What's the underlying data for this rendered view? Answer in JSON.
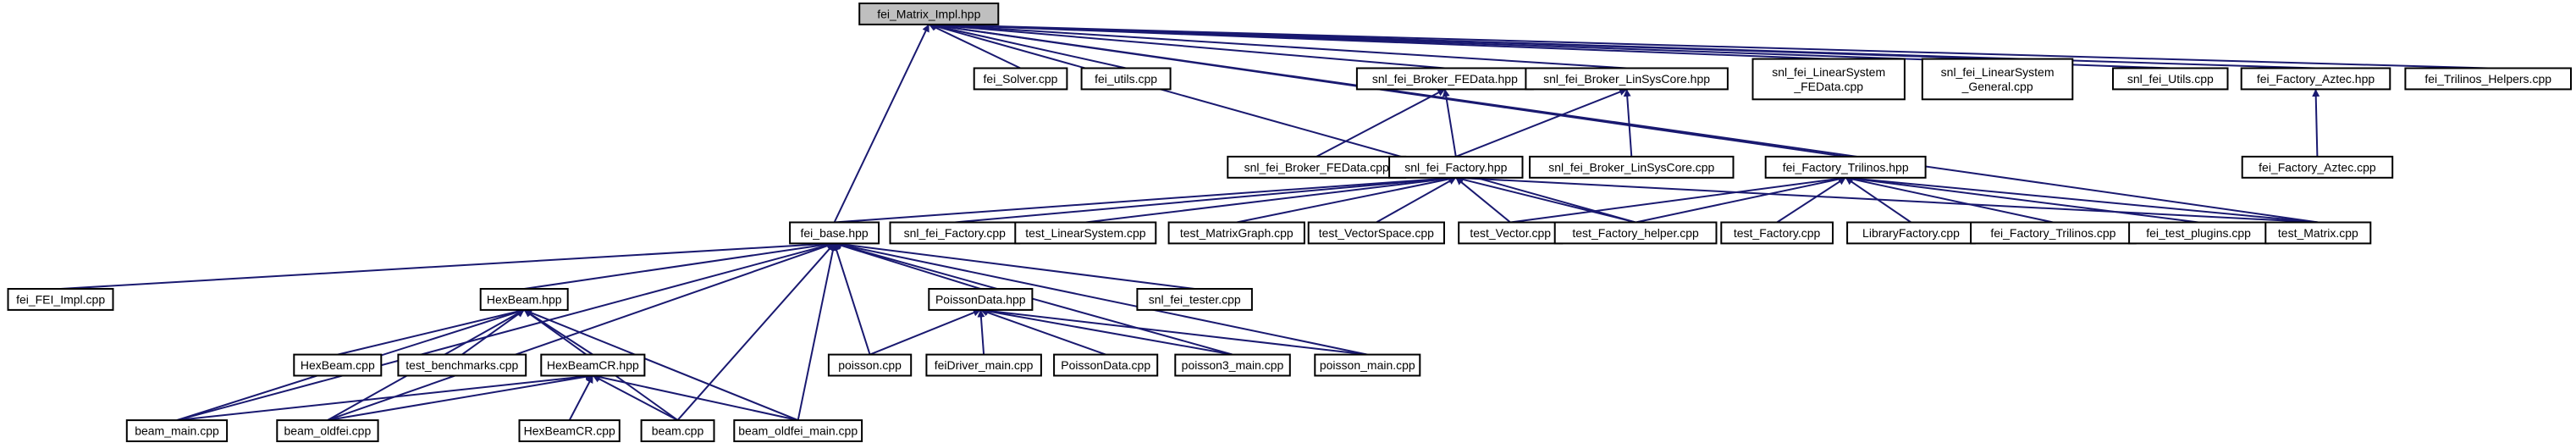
{
  "graph": {
    "root": "fei_Matrix_Impl.hpp",
    "colors": {
      "edge": "#191970",
      "node_border": "#000000",
      "root_fill": "#bfbfbf",
      "node_fill": "#ffffff"
    },
    "nodes": [
      {
        "id": "fei_Matrix_Impl.hpp",
        "label": "fei_Matrix_Impl.hpp"
      },
      {
        "id": "fei_Solver.cpp",
        "label": "fei_Solver.cpp"
      },
      {
        "id": "fei_utils.cpp",
        "label": "fei_utils.cpp"
      },
      {
        "id": "snl_fei_Broker_FEData.hpp",
        "label": "snl_fei_Broker_FEData.hpp"
      },
      {
        "id": "snl_fei_Broker_LinSysCore.hpp",
        "label": "snl_fei_Broker_LinSysCore.hpp"
      },
      {
        "id": "snl_fei_LinearSystem_FEData.cpp",
        "label": [
          "snl_fei_LinearSystem",
          "_FEData.cpp"
        ]
      },
      {
        "id": "snl_fei_LinearSystem_General.cpp",
        "label": [
          "snl_fei_LinearSystem",
          "_General.cpp"
        ]
      },
      {
        "id": "snl_fei_Utils.cpp",
        "label": "snl_fei_Utils.cpp"
      },
      {
        "id": "fei_Factory_Aztec.hpp",
        "label": "fei_Factory_Aztec.hpp"
      },
      {
        "id": "fei_Trilinos_Helpers.cpp",
        "label": "fei_Trilinos_Helpers.cpp"
      },
      {
        "id": "snl_fei_Broker_FEData.cpp",
        "label": "snl_fei_Broker_FEData.cpp"
      },
      {
        "id": "snl_fei_Factory.hpp",
        "label": "snl_fei_Factory.hpp"
      },
      {
        "id": "snl_fei_Broker_LinSysCore.cpp",
        "label": "snl_fei_Broker_LinSysCore.cpp"
      },
      {
        "id": "fei_Factory_Trilinos.hpp",
        "label": "fei_Factory_Trilinos.hpp"
      },
      {
        "id": "fei_Factory_Aztec.cpp",
        "label": "fei_Factory_Aztec.cpp"
      },
      {
        "id": "fei_base.hpp",
        "label": "fei_base.hpp"
      },
      {
        "id": "snl_fei_Factory.cpp",
        "label": "snl_fei_Factory.cpp"
      },
      {
        "id": "test_LinearSystem.cpp",
        "label": "test_LinearSystem.cpp"
      },
      {
        "id": "test_MatrixGraph.cpp",
        "label": "test_MatrixGraph.cpp"
      },
      {
        "id": "test_VectorSpace.cpp",
        "label": "test_VectorSpace.cpp"
      },
      {
        "id": "test_Vector.cpp",
        "label": "test_Vector.cpp"
      },
      {
        "id": "test_Factory_helper.cpp",
        "label": "test_Factory_helper.cpp"
      },
      {
        "id": "test_Factory.cpp",
        "label": "test_Factory.cpp"
      },
      {
        "id": "LibraryFactory.cpp",
        "label": "LibraryFactory.cpp"
      },
      {
        "id": "fei_Factory_Trilinos.cpp",
        "label": "fei_Factory_Trilinos.cpp"
      },
      {
        "id": "fei_test_plugins.cpp",
        "label": "fei_test_plugins.cpp"
      },
      {
        "id": "test_Matrix.cpp",
        "label": "test_Matrix.cpp"
      },
      {
        "id": "fei_FEI_Impl.cpp",
        "label": "fei_FEI_Impl.cpp"
      },
      {
        "id": "snl_fei_tester.cpp",
        "label": "snl_fei_tester.cpp"
      },
      {
        "id": "HexBeam.hpp",
        "label": "HexBeam.hpp"
      },
      {
        "id": "PoissonData.hpp",
        "label": "PoissonData.hpp"
      },
      {
        "id": "HexBeam.cpp",
        "label": "HexBeam.cpp"
      },
      {
        "id": "test_benchmarks.cpp",
        "label": "test_benchmarks.cpp"
      },
      {
        "id": "HexBeamCR.hpp",
        "label": "HexBeamCR.hpp"
      },
      {
        "id": "poisson.cpp",
        "label": "poisson.cpp"
      },
      {
        "id": "feiDriver_main.cpp",
        "label": "feiDriver_main.cpp"
      },
      {
        "id": "PoissonData.cpp",
        "label": "PoissonData.cpp"
      },
      {
        "id": "poisson3_main.cpp",
        "label": "poisson3_main.cpp"
      },
      {
        "id": "poisson_main.cpp",
        "label": "poisson_main.cpp"
      },
      {
        "id": "beam_main.cpp",
        "label": "beam_main.cpp"
      },
      {
        "id": "beam_oldfei.cpp",
        "label": "beam_oldfei.cpp"
      },
      {
        "id": "HexBeamCR.cpp",
        "label": "HexBeamCR.cpp"
      },
      {
        "id": "beam.cpp",
        "label": "beam.cpp"
      },
      {
        "id": "beam_oldfei_main.cpp",
        "label": "beam_oldfei_main.cpp"
      }
    ],
    "edges": [
      [
        "fei_Solver.cpp",
        "fei_Matrix_Impl.hpp"
      ],
      [
        "fei_utils.cpp",
        "fei_Matrix_Impl.hpp"
      ],
      [
        "snl_fei_Broker_FEData.hpp",
        "fei_Matrix_Impl.hpp"
      ],
      [
        "snl_fei_Broker_LinSysCore.hpp",
        "fei_Matrix_Impl.hpp"
      ],
      [
        "snl_fei_LinearSystem_FEData.cpp",
        "fei_Matrix_Impl.hpp"
      ],
      [
        "snl_fei_LinearSystem_General.cpp",
        "fei_Matrix_Impl.hpp"
      ],
      [
        "snl_fei_Utils.cpp",
        "fei_Matrix_Impl.hpp"
      ],
      [
        "fei_Factory_Aztec.hpp",
        "fei_Matrix_Impl.hpp"
      ],
      [
        "fei_Trilinos_Helpers.cpp",
        "fei_Matrix_Impl.hpp"
      ],
      [
        "fei_base.hpp",
        "fei_Matrix_Impl.hpp"
      ],
      [
        "fei_Factory_Trilinos.hpp",
        "fei_Matrix_Impl.hpp"
      ],
      [
        "test_Factory_helper.cpp",
        "fei_Matrix_Impl.hpp"
      ],
      [
        "test_Matrix.cpp",
        "fei_Matrix_Impl.hpp"
      ],
      [
        "snl_fei_Broker_FEData.cpp",
        "snl_fei_Broker_FEData.hpp"
      ],
      [
        "snl_fei_Factory.hpp",
        "snl_fei_Broker_FEData.hpp"
      ],
      [
        "snl_fei_Factory.hpp",
        "snl_fei_Broker_LinSysCore.hpp"
      ],
      [
        "snl_fei_Broker_LinSysCore.cpp",
        "snl_fei_Broker_LinSysCore.hpp"
      ],
      [
        "fei_Factory_Aztec.cpp",
        "fei_Factory_Aztec.hpp"
      ],
      [
        "fei_base.hpp",
        "snl_fei_Factory.hpp"
      ],
      [
        "snl_fei_Factory.cpp",
        "snl_fei_Factory.hpp"
      ],
      [
        "test_LinearSystem.cpp",
        "snl_fei_Factory.hpp"
      ],
      [
        "test_MatrixGraph.cpp",
        "snl_fei_Factory.hpp"
      ],
      [
        "test_VectorSpace.cpp",
        "snl_fei_Factory.hpp"
      ],
      [
        "test_Vector.cpp",
        "snl_fei_Factory.hpp"
      ],
      [
        "test_Factory_helper.cpp",
        "snl_fei_Factory.hpp"
      ],
      [
        "test_Matrix.cpp",
        "snl_fei_Factory.hpp"
      ],
      [
        "test_Vector.cpp",
        "fei_Factory_Trilinos.hpp"
      ],
      [
        "test_Factory_helper.cpp",
        "fei_Factory_Trilinos.hpp"
      ],
      [
        "test_Factory.cpp",
        "fei_Factory_Trilinos.hpp"
      ],
      [
        "LibraryFactory.cpp",
        "fei_Factory_Trilinos.hpp"
      ],
      [
        "fei_Factory_Trilinos.cpp",
        "fei_Factory_Trilinos.hpp"
      ],
      [
        "fei_test_plugins.cpp",
        "fei_Factory_Trilinos.hpp"
      ],
      [
        "test_Matrix.cpp",
        "fei_Factory_Trilinos.hpp"
      ],
      [
        "fei_FEI_Impl.cpp",
        "fei_base.hpp"
      ],
      [
        "snl_fei_tester.cpp",
        "fei_base.hpp"
      ],
      [
        "HexBeam.hpp",
        "fei_base.hpp"
      ],
      [
        "PoissonData.hpp",
        "fei_base.hpp"
      ],
      [
        "poisson.cpp",
        "fei_base.hpp"
      ],
      [
        "poisson3_main.cpp",
        "fei_base.hpp"
      ],
      [
        "poisson_main.cpp",
        "fei_base.hpp"
      ],
      [
        "beam_main.cpp",
        "fei_base.hpp"
      ],
      [
        "beam_oldfei.cpp",
        "fei_base.hpp"
      ],
      [
        "beam.cpp",
        "fei_base.hpp"
      ],
      [
        "beam_oldfei_main.cpp",
        "fei_base.hpp"
      ],
      [
        "HexBeam.cpp",
        "HexBeam.hpp"
      ],
      [
        "test_benchmarks.cpp",
        "HexBeam.hpp"
      ],
      [
        "HexBeamCR.hpp",
        "HexBeam.hpp"
      ],
      [
        "beam_main.cpp",
        "HexBeam.hpp"
      ],
      [
        "beam_oldfei.cpp",
        "HexBeam.hpp"
      ],
      [
        "beam.cpp",
        "HexBeam.hpp"
      ],
      [
        "beam_oldfei_main.cpp",
        "HexBeam.hpp"
      ],
      [
        "poisson.cpp",
        "PoissonData.hpp"
      ],
      [
        "feiDriver_main.cpp",
        "PoissonData.hpp"
      ],
      [
        "PoissonData.cpp",
        "PoissonData.hpp"
      ],
      [
        "poisson3_main.cpp",
        "PoissonData.hpp"
      ],
      [
        "poisson_main.cpp",
        "PoissonData.hpp"
      ],
      [
        "beam_main.cpp",
        "HexBeamCR.hpp"
      ],
      [
        "beam_oldfei.cpp",
        "HexBeamCR.hpp"
      ],
      [
        "HexBeamCR.cpp",
        "HexBeamCR.hpp"
      ],
      [
        "beam.cpp",
        "HexBeamCR.hpp"
      ],
      [
        "beam_oldfei_main.cpp",
        "HexBeamCR.hpp"
      ]
    ]
  }
}
